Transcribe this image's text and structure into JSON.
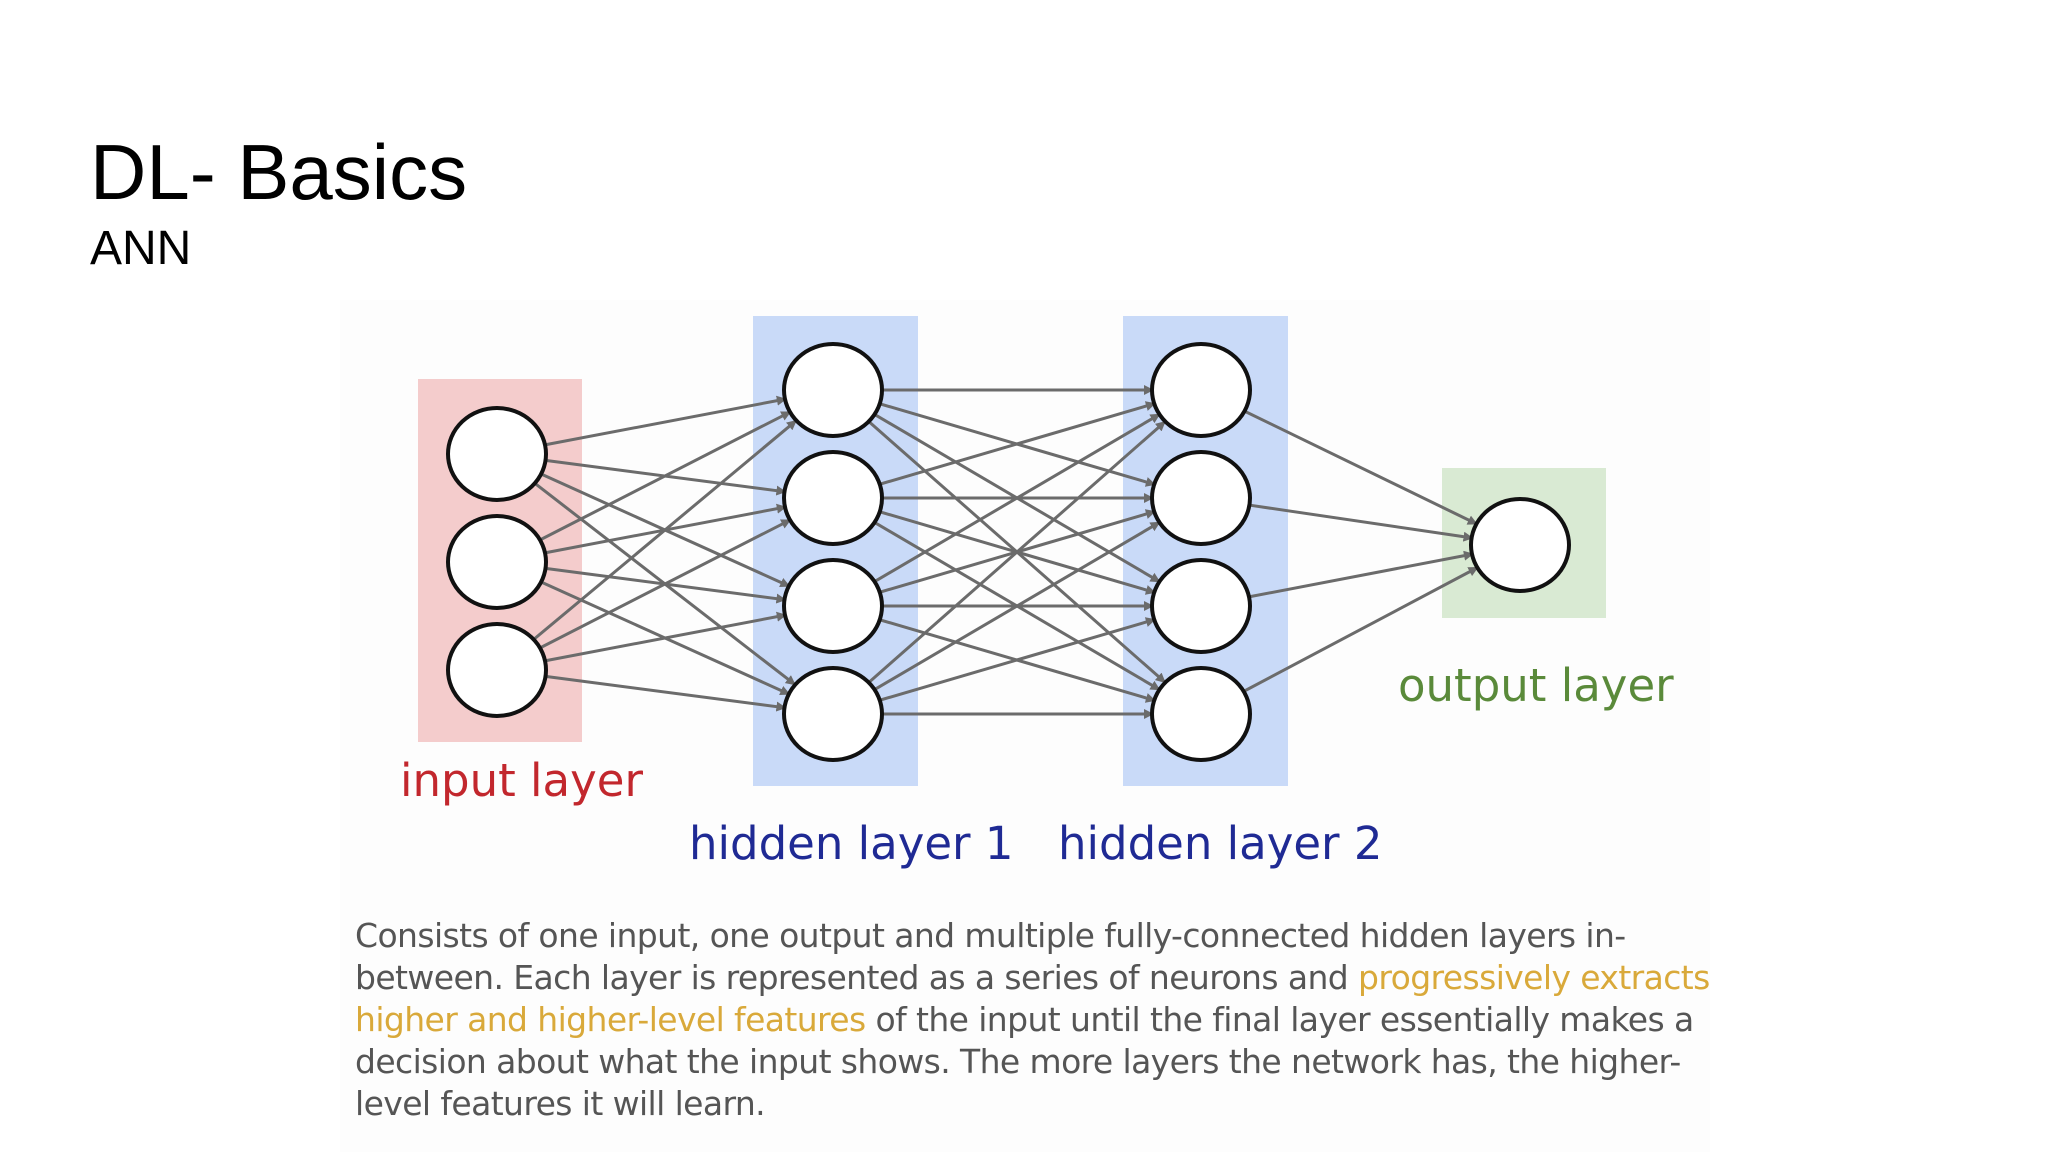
{
  "slide": {
    "title": "DL- Basics",
    "subtitle": "ANN"
  },
  "diagram": {
    "layers": [
      {
        "label": "input layer",
        "neurons": 3,
        "color": "#c2272d",
        "bg": "#f4cccc"
      },
      {
        "label": "hidden layer 1",
        "neurons": 4,
        "color": "#1f2a94",
        "bg": "#c9daf8"
      },
      {
        "label": "hidden layer 2",
        "neurons": 4,
        "color": "#1f2a94",
        "bg": "#c9daf8"
      },
      {
        "label": "output layer",
        "neurons": 1,
        "color": "#5a8a3a",
        "bg": "#d9ead3"
      }
    ],
    "connection_color": "#6b6b6b"
  },
  "caption": {
    "line1": "Consists of one input, one output and multiple fully-connected hidden layers in-",
    "line2_a": "between. Each layer is represented as a series of neurons and ",
    "line2_b": "progressively extracts",
    "line3_a": "higher and higher-level features",
    "line3_b": " of the input until the final layer essentially makes a",
    "line4": "decision about what the input shows. The more layers the network has, the higher-",
    "line5": "level features it will learn.",
    "highlight_color": "#d9a93a"
  }
}
